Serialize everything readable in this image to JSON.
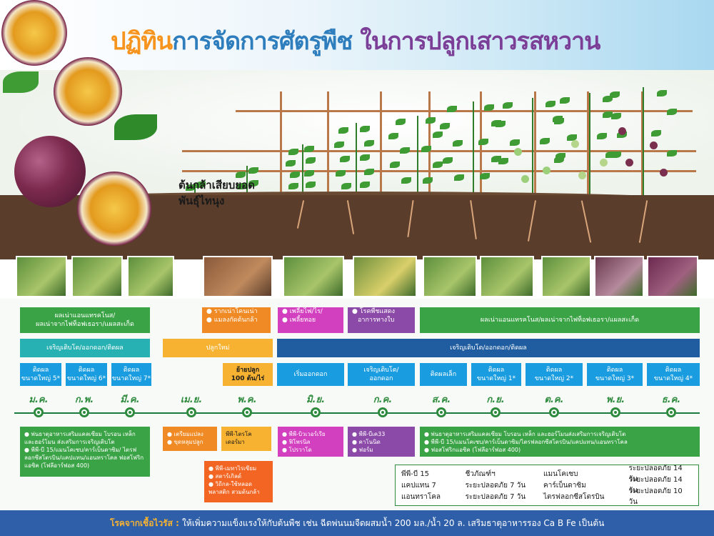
{
  "header": {
    "title_part1": "ปฏิทิน",
    "title_part2": "การจัดการศัตรูพืช",
    "title_part3": "ในการปลูกเสาวรสหวาน"
  },
  "scene": {
    "label_line1": "ต้นกล้าเสียบยอด",
    "label_line2": "พันธุ์ไทนุง"
  },
  "months": [
    "ม.ค.",
    "ก.พ.",
    "มี.ค.",
    "เม.ย.",
    "พ.ค.",
    "มิ.ย.",
    "ก.ค.",
    "ส.ค.",
    "ก.ย.",
    "ต.ค.",
    "พ.ย.",
    "ธ.ค."
  ],
  "pests": {
    "p1_line1": "ผลเน่าแอนแทรคโนส/",
    "p1_line2": "ผลเน่าจากไฟท็อฟเธอรา/แผลสะเก็ด",
    "p2_line1": "● รากเน่าโคนเน่า",
    "p2_line2": "● แมลงกัดต้นกล้า",
    "p3_line1": "● เพลี้ยไฟ/ไร/",
    "p3_line2": "● เพลี้ยหอย",
    "p4_line1": "● โรคพืชแสดง",
    "p4_line2": "อาการทางใบ",
    "p5": "ผลเน่าแอนแทรคโนส/ผลเน่าจากไฟท็อฟเธอรา/แผลสะเก็ด"
  },
  "stages": {
    "s1": "เจริญเติบโต/ออกดอก/ติดผล",
    "s2": "ปลูกใหม่",
    "s3": "เจริญเติบโต/ออกดอก/ติดผล"
  },
  "phases": {
    "a1_line1": "ติดผล",
    "a1_line2": "ขนาดใหญ่ 5*",
    "a2_line1": "ติดผล",
    "a2_line2": "ขนาดใหญ่ 6*",
    "a3_line1": "ติดผล",
    "a3_line2": "ขนาดใหญ่ 7*",
    "a4_line1": "ย้ายปลูก",
    "a4_line2": "100 ต้น/ไร่",
    "a5": "เริ่มออกดอก",
    "a6_line1": "เจริญเติบโต/",
    "a6_line2": "ออกดอก",
    "a7": "ติดผลเล็ก",
    "a8_line1": "ติดผล",
    "a8_line2": "ขนาดใหญ่ 1*",
    "a9_line1": "ติดผล",
    "a9_line2": "ขนาดใหญ่ 2*",
    "a10_line1": "ติดผล",
    "a10_line2": "ขนาดใหญ่ 3*",
    "a11_line1": "ติดผล",
    "a11_line2": "ขนาดใหญ่ 4*"
  },
  "lists": {
    "g1": [
      "พ่นธาตุอาหารเสริมแคลเซียม โบรอน เหล็ก และฮอร์โมน ส่งเสริมการเจริญเติบโต",
      "พีพี-บี 15/แมนโคเซบ/คาร์เบ็นดาซิม/ ไตรฟลอกซีสโตรบิน/แคปแทน/แอนทราโคล ฟอสโฟริกแอซิค (โฟลีอาร์ฟอส 400)"
    ],
    "o1": [
      "เตรียมแปลง",
      "ขุดหลุมปลูก"
    ],
    "y1_line1": "พีพี-ไตรโค",
    "y1_line2": "เดอร์มา",
    "r1": [
      "พีพี-เมทาไรเซียม",
      "สตาร์เกิลด์",
      "วิถีกล-ใช้หลอดพลาสติก สวมต้นกล้า"
    ],
    "m1": [
      "พีพี-บิวเวอร์เรีย",
      "ฟิโพรนิล",
      "โปรวาโด"
    ],
    "p1": [
      "พีพี-บีเค33",
      "คาโนนิด",
      "ฟอร์ม"
    ],
    "g2": [
      "พ่นธาตุอาหารเสริมแคลเซียม โบรอน เหล็ก และฮอร์โมนส่งเสริมการเจริญเติบโต",
      "พีพี-บี 15/แมนโคเซบ/คาร์เบ็นดาซิม/ไตรฟลอกซีสโตรบิน/แคปแทน/แอนทราโคล",
      "ฟอสโฟริกแอซิค (โฟลีอาร์ฟอส 400)"
    ]
  },
  "chem_table": {
    "rows": [
      [
        "พีพี-บี 15",
        "ชีวภัณฑ์ฯ",
        "แมนโคเซบ",
        "ระยะปลอดภัย 14 วัน"
      ],
      [
        "แคปแทน 7",
        "ระยะปลอดภัย 7 วัน",
        "คาร์เบ็นดาซิม",
        "ระยะปลอดภัย 14 วัน"
      ],
      [
        "แอนทราโคล",
        "ระยะปลอดภัย 7 วัน",
        "ไตรฟลอกซีสโตรบิน",
        "ระยะปลอดภัย 10 วัน"
      ]
    ]
  },
  "footer": {
    "label": "โรคจากเชื้อไวรัส :",
    "text": "ให้เพิ่มความแข็งแรงให้กับต้นพืช เช่น ฉีดพ่นนมจืดผสมน้ำ 200 มล./น้ำ 20 ล. เสริมธาตุอาหารรอง Ca B Fe เป็นต้น"
  }
}
